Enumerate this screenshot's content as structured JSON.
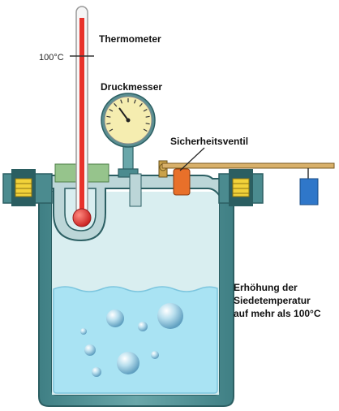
{
  "labels": {
    "thermometer": "Thermometer",
    "pressure_gauge": "Druckmesser",
    "safety_valve": "Sicherheitsventil",
    "result_line1": "Erhöhung der",
    "result_line2": "Siedetemperatur",
    "result_line3": "auf mehr als 100°C",
    "temperature_mark": "100°C"
  },
  "colors": {
    "vessel_wall": "#4b8b8f",
    "vessel_inner": "#d9eef0",
    "water": "#a9e3f3",
    "lid": "#bcd6d8",
    "flange_bolt": "#f2d23a",
    "thermometer_liquid": "#e8322b",
    "gauge_face": "#f5edb0",
    "valve_weight": "#2f77c9",
    "valve_plug": "#e8702a"
  }
}
